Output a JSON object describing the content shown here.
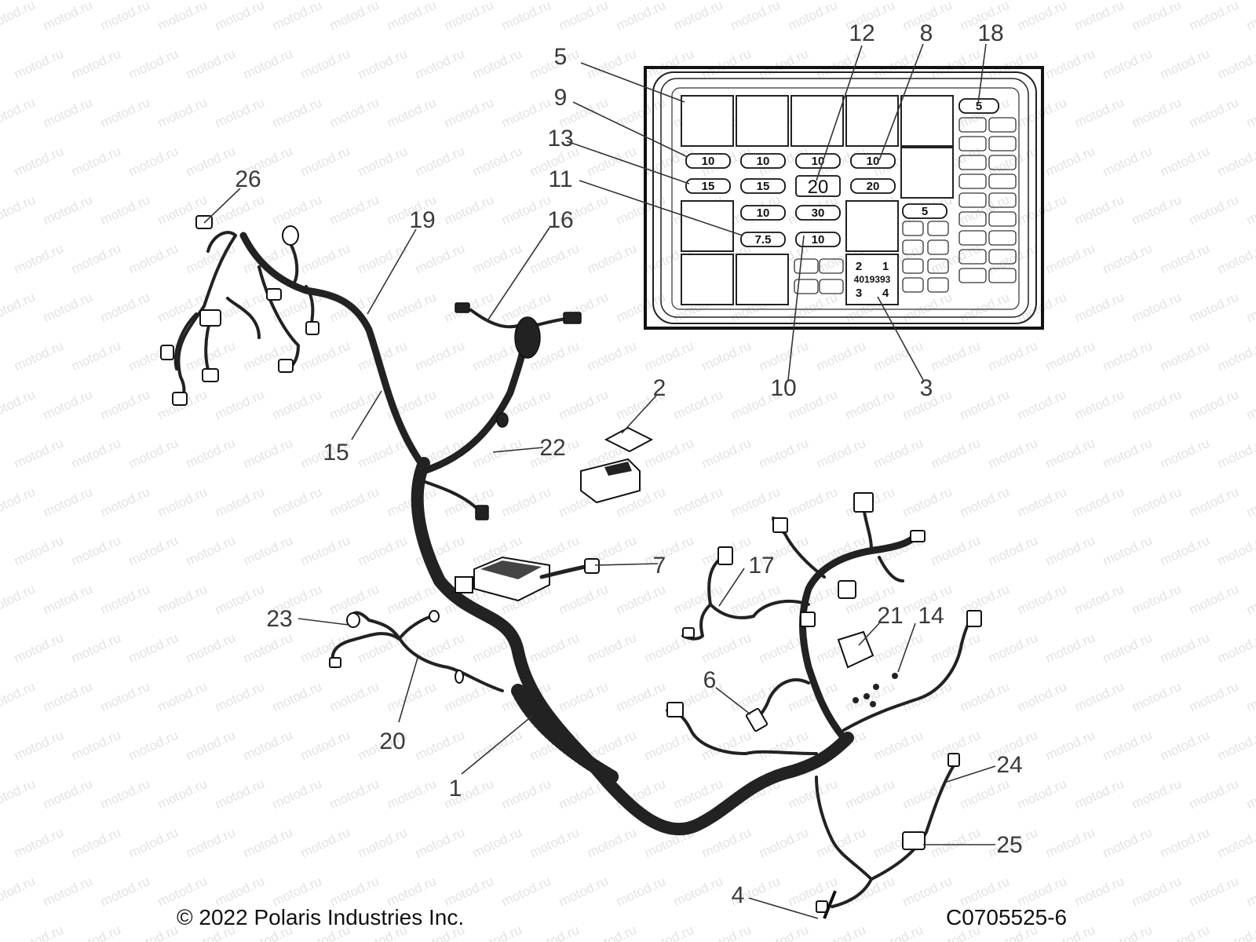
{
  "watermark_text": "motod.ru",
  "footer": {
    "copyright": "© 2022 Polaris Industries Inc.",
    "diagram_code": "C0705525-6"
  },
  "callouts": {
    "c1": "1",
    "c2": "2",
    "c3": "3",
    "c4": "4",
    "c5": "5",
    "c6": "6",
    "c7": "7",
    "c8": "8",
    "c9": "9",
    "c10": "10",
    "c11": "11",
    "c12": "12",
    "c13": "13",
    "c14": "14",
    "c15": "15",
    "c16": "16",
    "c17": "17",
    "c18": "18",
    "c19": "19",
    "c20": "20",
    "c21": "21",
    "c22": "22",
    "c23": "23",
    "c24": "24",
    "c25": "25",
    "c26": "26"
  },
  "fuse_box": {
    "fuses": {
      "f1": "10",
      "f2": "10",
      "f3": "10",
      "f4": "10",
      "f5": "15",
      "f6": "15",
      "f7": "20",
      "f8": "20",
      "f9": "10",
      "f10": "30",
      "f11": "7.5",
      "f12": "10",
      "f13": "5",
      "f14": "5"
    },
    "relay_label": {
      "pin2": "2",
      "pin1": "1",
      "part_number": "4019393",
      "pin3": "3",
      "pin4": "4"
    }
  }
}
